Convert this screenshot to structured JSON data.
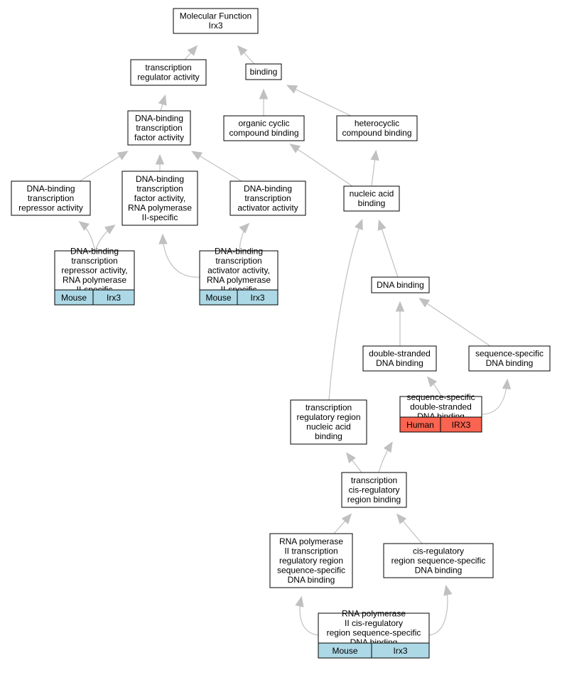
{
  "colors": {
    "mouse": "#add8e6",
    "human": "#fa6450",
    "edge": "#c0c0c0",
    "node_border": "#000000"
  },
  "nodes": [
    {
      "id": "mf",
      "lines": [
        "Molecular Function",
        "Irx3"
      ]
    },
    {
      "id": "tra",
      "lines": [
        "transcription",
        "regulator activity"
      ]
    },
    {
      "id": "binding",
      "lines": [
        "binding"
      ]
    },
    {
      "id": "dbtfa",
      "lines": [
        "DNA-binding",
        "transcription",
        "factor activity"
      ]
    },
    {
      "id": "ocb",
      "lines": [
        "organic cyclic",
        "compound binding"
      ]
    },
    {
      "id": "hcb",
      "lines": [
        "heterocyclic",
        "compound binding"
      ]
    },
    {
      "id": "dbtra",
      "lines": [
        "DNA-binding",
        "transcription",
        "repressor activity"
      ]
    },
    {
      "id": "dbtfarp",
      "lines": [
        "DNA-binding",
        "transcription",
        "factor activity,",
        "RNA polymerase",
        "II-specific"
      ]
    },
    {
      "id": "dbtaa",
      "lines": [
        "DNA-binding",
        "transcription",
        "activator activity"
      ]
    },
    {
      "id": "nab",
      "lines": [
        "nucleic acid",
        "binding"
      ]
    },
    {
      "id": "dbtrarp",
      "lines": [
        "DNA-binding",
        "transcription",
        "repressor activity,",
        "RNA polymerase",
        "II-specific"
      ],
      "tags": [
        "Mouse",
        "Irx3"
      ],
      "species": "mouse"
    },
    {
      "id": "dbtaarp",
      "lines": [
        "DNA-binding",
        "transcription",
        "activator activity,",
        "RNA polymerase",
        "II-specific"
      ],
      "tags": [
        "Mouse",
        "Irx3"
      ],
      "species": "mouse"
    },
    {
      "id": "dnab",
      "lines": [
        "DNA binding"
      ]
    },
    {
      "id": "dsdb",
      "lines": [
        "double-stranded",
        "DNA binding"
      ]
    },
    {
      "id": "ssdb",
      "lines": [
        "sequence-specific",
        "DNA binding"
      ]
    },
    {
      "id": "trrnab",
      "lines": [
        "transcription",
        "regulatory region",
        "nucleic acid",
        "binding"
      ]
    },
    {
      "id": "ssdsdb",
      "lines": [
        "sequence-specific",
        "double-stranded",
        "DNA binding"
      ],
      "tags": [
        "Human",
        "IRX3"
      ],
      "species": "human"
    },
    {
      "id": "tcrrb",
      "lines": [
        "transcription",
        "cis-regulatory",
        "region binding"
      ]
    },
    {
      "id": "rp2trrssdb",
      "lines": [
        "RNA polymerase",
        "II transcription",
        "regulatory region",
        "sequence-specific",
        "DNA binding"
      ]
    },
    {
      "id": "crrssdb",
      "lines": [
        "cis-regulatory",
        "region sequence-specific",
        "DNA binding"
      ]
    },
    {
      "id": "rp2crrssdb",
      "lines": [
        "RNA polymerase",
        "II cis-regulatory",
        "region sequence-specific",
        "DNA binding"
      ],
      "tags": [
        "Mouse",
        "Irx3"
      ],
      "species": "mouse"
    }
  ],
  "edges": [
    {
      "from": "tra",
      "to": "mf"
    },
    {
      "from": "binding",
      "to": "mf"
    },
    {
      "from": "dbtfa",
      "to": "tra"
    },
    {
      "from": "ocb",
      "to": "binding"
    },
    {
      "from": "hcb",
      "to": "binding"
    },
    {
      "from": "dbtra",
      "to": "dbtfa"
    },
    {
      "from": "dbtfarp",
      "to": "dbtfa"
    },
    {
      "from": "dbtaa",
      "to": "dbtfa"
    },
    {
      "from": "nab",
      "to": "ocb"
    },
    {
      "from": "nab",
      "to": "hcb"
    },
    {
      "from": "dbtrarp",
      "to": "dbtra"
    },
    {
      "from": "dbtrarp",
      "to": "dbtfarp"
    },
    {
      "from": "dbtaarp",
      "to": "dbtfarp"
    },
    {
      "from": "dbtaarp",
      "to": "dbtaa"
    },
    {
      "from": "dnab",
      "to": "nab"
    },
    {
      "from": "trrnab",
      "to": "nab"
    },
    {
      "from": "dsdb",
      "to": "dnab"
    },
    {
      "from": "ssdb",
      "to": "dnab"
    },
    {
      "from": "ssdsdb",
      "to": "dsdb"
    },
    {
      "from": "ssdsdb",
      "to": "ssdb"
    },
    {
      "from": "tcrrb",
      "to": "trrnab"
    },
    {
      "from": "tcrrb",
      "to": "ssdsdb"
    },
    {
      "from": "rp2trrssdb",
      "to": "tcrrb"
    },
    {
      "from": "crrssdb",
      "to": "tcrrb"
    },
    {
      "from": "rp2crrssdb",
      "to": "rp2trrssdb"
    },
    {
      "from": "rp2crrssdb",
      "to": "crrssdb"
    }
  ]
}
